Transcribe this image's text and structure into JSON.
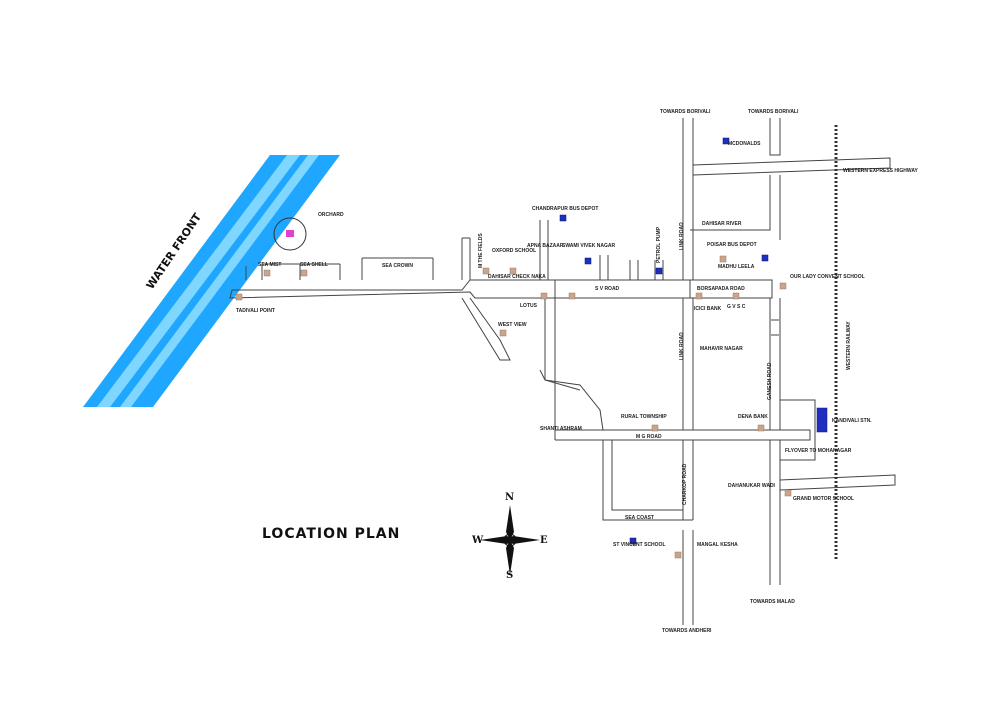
{
  "title": "LOCATION PLAN",
  "water_label": "WATER FRONT",
  "compass": {
    "n": "N",
    "s": "S",
    "e": "E",
    "w": "W"
  },
  "labels": {
    "orchid": "ORCHARD",
    "sea_mist": "SEA MIST",
    "sea_shell": "SEA SHELL",
    "sea_crown": "SEA CROWN",
    "tadivali_point": "TADIVALI POINT",
    "m_the_fields": "M THE FIELDS",
    "oxford_school": "OXFORD SCHOOL",
    "apna_bazaar": "APNA BAZAAR",
    "chandrapur_depot": "CHANDRAPUR BUS DEPOT",
    "swami_vivek": "SWAMI VIVEK NAGAR",
    "dahisar_check": "DAHISAR CHECK NAKA",
    "petrol_pump": "PETROL PUMP",
    "sv_road": "S V ROAD",
    "lotus": "LOTUS",
    "west_view": "WEST VIEW",
    "borsapada_road": "BORSAPADA ROAD",
    "icici_bank": "ICICI BANK",
    "g_v_s_c": "G V S C",
    "towards_borivali_1": "TOWARDS BORIVALI",
    "towards_borivali_2": "TOWARDS BORIVALI",
    "mcdonalds": "MCDONALDS",
    "western_express": "WESTERN EXPRESS HIGHWAY",
    "dahisar_river": "DAHISAR RIVER",
    "poisar_bus_depot": "POISAR BUS DEPOT",
    "madhu_leela": "MADHU LEELA",
    "our_lady": "OUR LADY CONVENT SCHOOL",
    "link_road": "LINK ROAD",
    "mahavir_nagar": "MAHAVIR NAGAR",
    "shanti_ashram": "SHANTI ASHRAM",
    "rural_township": "RURAL TOWNSHIP",
    "mg_road": "M G ROAD",
    "dena_bank": "DENA BANK",
    "kandivali_stn": "KANDIVALI STN.",
    "flyover": "FLYOVER TO MOHANAGAR",
    "dahanukar_wadi": "DAHANUKAR WADI",
    "charkop_road": "CHARKOP ROAD",
    "grand_motor_school": "GRAND MOTOR SCHOOL",
    "st_vincent": "ST VINCENT SCHOOL",
    "sea_coast": "SEA COAST",
    "mangal_kesha": "MANGAL KESHA",
    "towards_malad": "TOWARDS MALAD",
    "towards_andheri": "TOWARDS ANDHERI",
    "western_railway": "WESTERN RAILWAY",
    "ganesh_road": "GANESH ROAD",
    "link_road_2": "LINK ROAD"
  },
  "colors": {
    "water_dark": "#1fa7ff",
    "water_light": "#5cc8ff",
    "marker": "#c9a58e",
    "marker_blue": "#1f2fbf",
    "highlight": "#e040d0"
  }
}
